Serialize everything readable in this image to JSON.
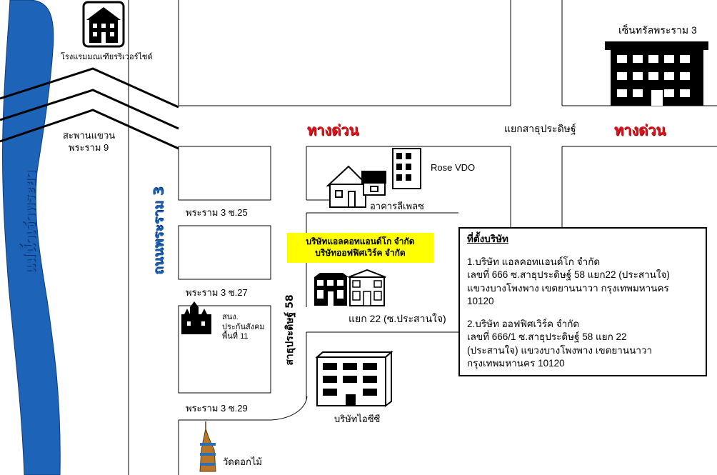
{
  "labels": {
    "hotel": "โรงแรมมณเฑียรริเวอร์ไซด์",
    "central": "เซ็นทรัลพระราม 3",
    "bridge_line1": "สะพานแขวน",
    "bridge_line2": "พระราม 9",
    "junction_left": "ทางด่วน",
    "junction_right": "ทางด่วน",
    "satupradit_junction": "แยกสาธุประดิษฐ์",
    "rose_vdo": "Rose VDO",
    "aakarn": "อาคารลีเพลซ",
    "soi25": "พระราม 3 ซ.25",
    "soi27": "พระราม 3 ซ.27",
    "soi29": "พระราม 3 ซ.29",
    "police_line1": "สนง.",
    "police_line2": "ประกันสังคม",
    "police_line3": "พื้นที่ 11",
    "yaek22": "แยก 22 (ซ.ประสานใจ)",
    "icc": "บริษัทไอซีซี",
    "temple": "วัดดอกไม้",
    "river": "แม่น้ำเจ้าพระยา",
    "rama3_road": "ถนนพระราม 3",
    "satupradit_road": "สาธุประดิษฐ์ 58"
  },
  "banner": {
    "line1": "บริษัทแอลคอทแอนด์โก จำกัด",
    "line2": "บริษัทออฟฟิศเวิร์ค จำกัด"
  },
  "address": {
    "heading": "ที่ตั้งบริษัท",
    "c1_l1": "1.บริษัท แอลคอทแอนด์โก จำกัด",
    "c1_l2": "เลขที่ 666 ซ.สาธุประดิษฐ์ 58 แยก22 (ประสานใจ)",
    "c1_l3": "แขวงบางโพงพาง เขตยานนาวา กรุงเทพมหานคร",
    "c1_l4": "10120",
    "c2_l1": "2.บริษัท ออฟฟิศเวิร์ค จำกัด",
    "c2_l2": "เลขที่ 666/1 ซ.สาธุประดิษฐ์ 58 แยก 22",
    "c2_l3": "(ประสานใจ) แขวงบางโพงพาง เขตยานนาวา",
    "c2_l4": "กรุงเทพมหานคร 10120"
  },
  "colors": {
    "river": "#1d63b8",
    "junction_text": "#e0141e",
    "banner": "#ffff00"
  },
  "icons": [
    "hotel-icon",
    "central-building-icon",
    "rose-vdo-building-icon",
    "house-icon",
    "company-houses-icon",
    "police-building-icon",
    "icc-building-icon",
    "temple-icon"
  ]
}
